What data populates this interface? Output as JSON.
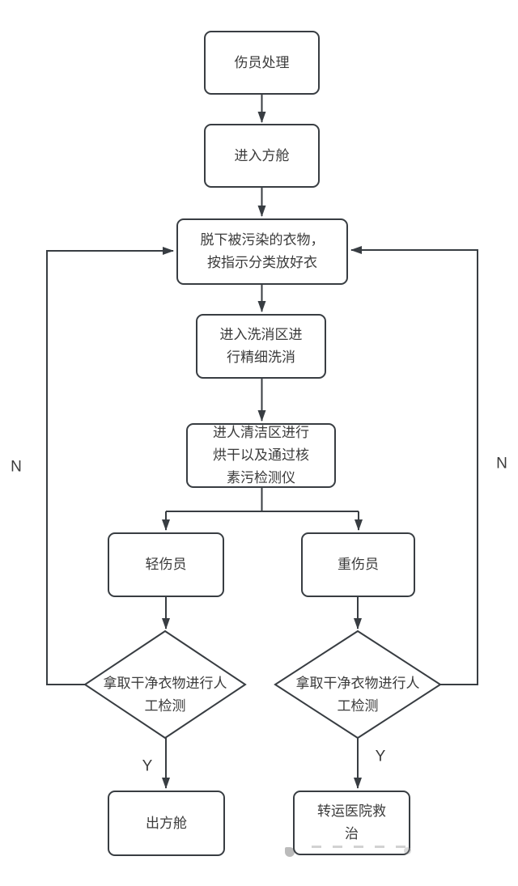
{
  "flowchart": {
    "colors": {
      "stroke": "#383d42",
      "text": "#3b3b3b",
      "node_fill": "#ffffff",
      "background": "#ffffff"
    },
    "nodes": [
      {
        "id": "casualty-treatment",
        "type": "process",
        "label": "伤员处理",
        "lines": [
          "伤员处理"
        ]
      },
      {
        "id": "enter-cabin",
        "type": "process",
        "label": "进入方舱",
        "lines": [
          "进入方舱"
        ]
      },
      {
        "id": "remove-clothes",
        "type": "process",
        "label": "脱下被污染的衣物，按指示分类放好衣",
        "lines": [
          "脱下被污染的衣物，",
          "按指示分类放好衣"
        ]
      },
      {
        "id": "wash-area",
        "type": "process",
        "label": "进入洗消区进行精细洗消",
        "lines": [
          "进入洗消区进",
          "行精细洗消"
        ]
      },
      {
        "id": "clean-area",
        "type": "process",
        "label": "进人清洁区进行烘干以及通过核素污检测仪",
        "lines": [
          "进人清洁区进行",
          "烘干以及通过核",
          "素污检测仪"
        ]
      },
      {
        "id": "minor-casualty",
        "type": "process",
        "label": "轻伤员",
        "lines": [
          "轻伤员"
        ]
      },
      {
        "id": "severe-casualty",
        "type": "process",
        "label": "重伤员",
        "lines": [
          "重伤员"
        ]
      },
      {
        "id": "manual-check-left",
        "type": "decision",
        "label": "拿取干净衣物进行人工检测",
        "lines": [
          "拿取干净衣物进行人",
          "工检测"
        ]
      },
      {
        "id": "manual-check-right",
        "type": "decision",
        "label": "拿取干净衣物进行人工检测",
        "lines": [
          "拿取干净衣物进行人",
          "工检测"
        ]
      },
      {
        "id": "exit-cabin",
        "type": "process",
        "label": "出方舱",
        "lines": [
          "出方舱"
        ]
      },
      {
        "id": "hospital-transfer",
        "type": "process",
        "label": "转运医院救治",
        "lines": [
          "转运医院救",
          "治"
        ]
      }
    ],
    "edge_labels": {
      "left_no": "N",
      "right_no": "N",
      "left_yes": "Y",
      "right_yes": "Y"
    },
    "edges": [
      {
        "from": "casualty-treatment",
        "to": "enter-cabin",
        "label": ""
      },
      {
        "from": "enter-cabin",
        "to": "remove-clothes",
        "label": ""
      },
      {
        "from": "remove-clothes",
        "to": "wash-area",
        "label": ""
      },
      {
        "from": "wash-area",
        "to": "clean-area",
        "label": ""
      },
      {
        "from": "clean-area",
        "to": "minor-casualty",
        "label": ""
      },
      {
        "from": "clean-area",
        "to": "severe-casualty",
        "label": ""
      },
      {
        "from": "minor-casualty",
        "to": "manual-check-left",
        "label": ""
      },
      {
        "from": "severe-casualty",
        "to": "manual-check-right",
        "label": ""
      },
      {
        "from": "manual-check-left",
        "to": "exit-cabin",
        "label": "Y"
      },
      {
        "from": "manual-check-right",
        "to": "hospital-transfer",
        "label": "Y"
      },
      {
        "from": "manual-check-left",
        "to": "remove-clothes",
        "label": "N"
      },
      {
        "from": "manual-check-right",
        "to": "remove-clothes",
        "label": "N"
      }
    ]
  }
}
